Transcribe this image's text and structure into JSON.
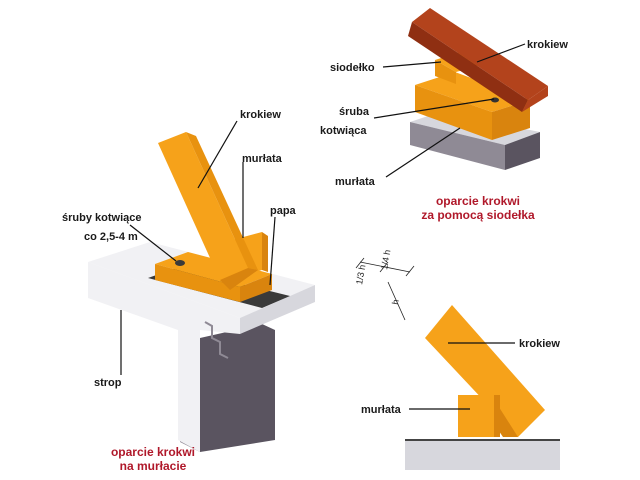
{
  "colors": {
    "rafter": "#f6a21a",
    "rafter_dark": "#d9840e",
    "rafter_side": "#e8920f",
    "seat_block": "#b3431c",
    "seat_block_dark": "#8f2f12",
    "concrete": "#f1f1f4",
    "concrete_shade": "#d7d7dd",
    "wall": "#5a5460",
    "wall_light": "#8f8a95",
    "tarpaper": "#3a3a3a",
    "caption": "#b0182a"
  },
  "diagram_a": {
    "labels": {
      "krokiew": "krokiew",
      "murlata": "murłata",
      "papa": "papa",
      "sruby_line1": "śruby kotwiące",
      "sruby_line2": "co 2,5-4 m",
      "strop": "strop"
    },
    "caption_line1": "oparcie krokwi",
    "caption_line2": "na murłacie"
  },
  "diagram_b": {
    "labels": {
      "krokiew": "krokiew",
      "siodelko": "siodełko",
      "sruba_line1": "śruba",
      "sruba_line2": "kotwiąca",
      "murlata": "murłata"
    },
    "caption_line1": "oparcie krokwi",
    "caption_line2": "za pomocą siodełka"
  },
  "diagram_c": {
    "labels": {
      "krokiew": "krokiew",
      "murlata": "murłata"
    },
    "dims": {
      "one_third_h": "1/3 h",
      "one_quarter_h": "1/4 h",
      "h": "h"
    }
  }
}
